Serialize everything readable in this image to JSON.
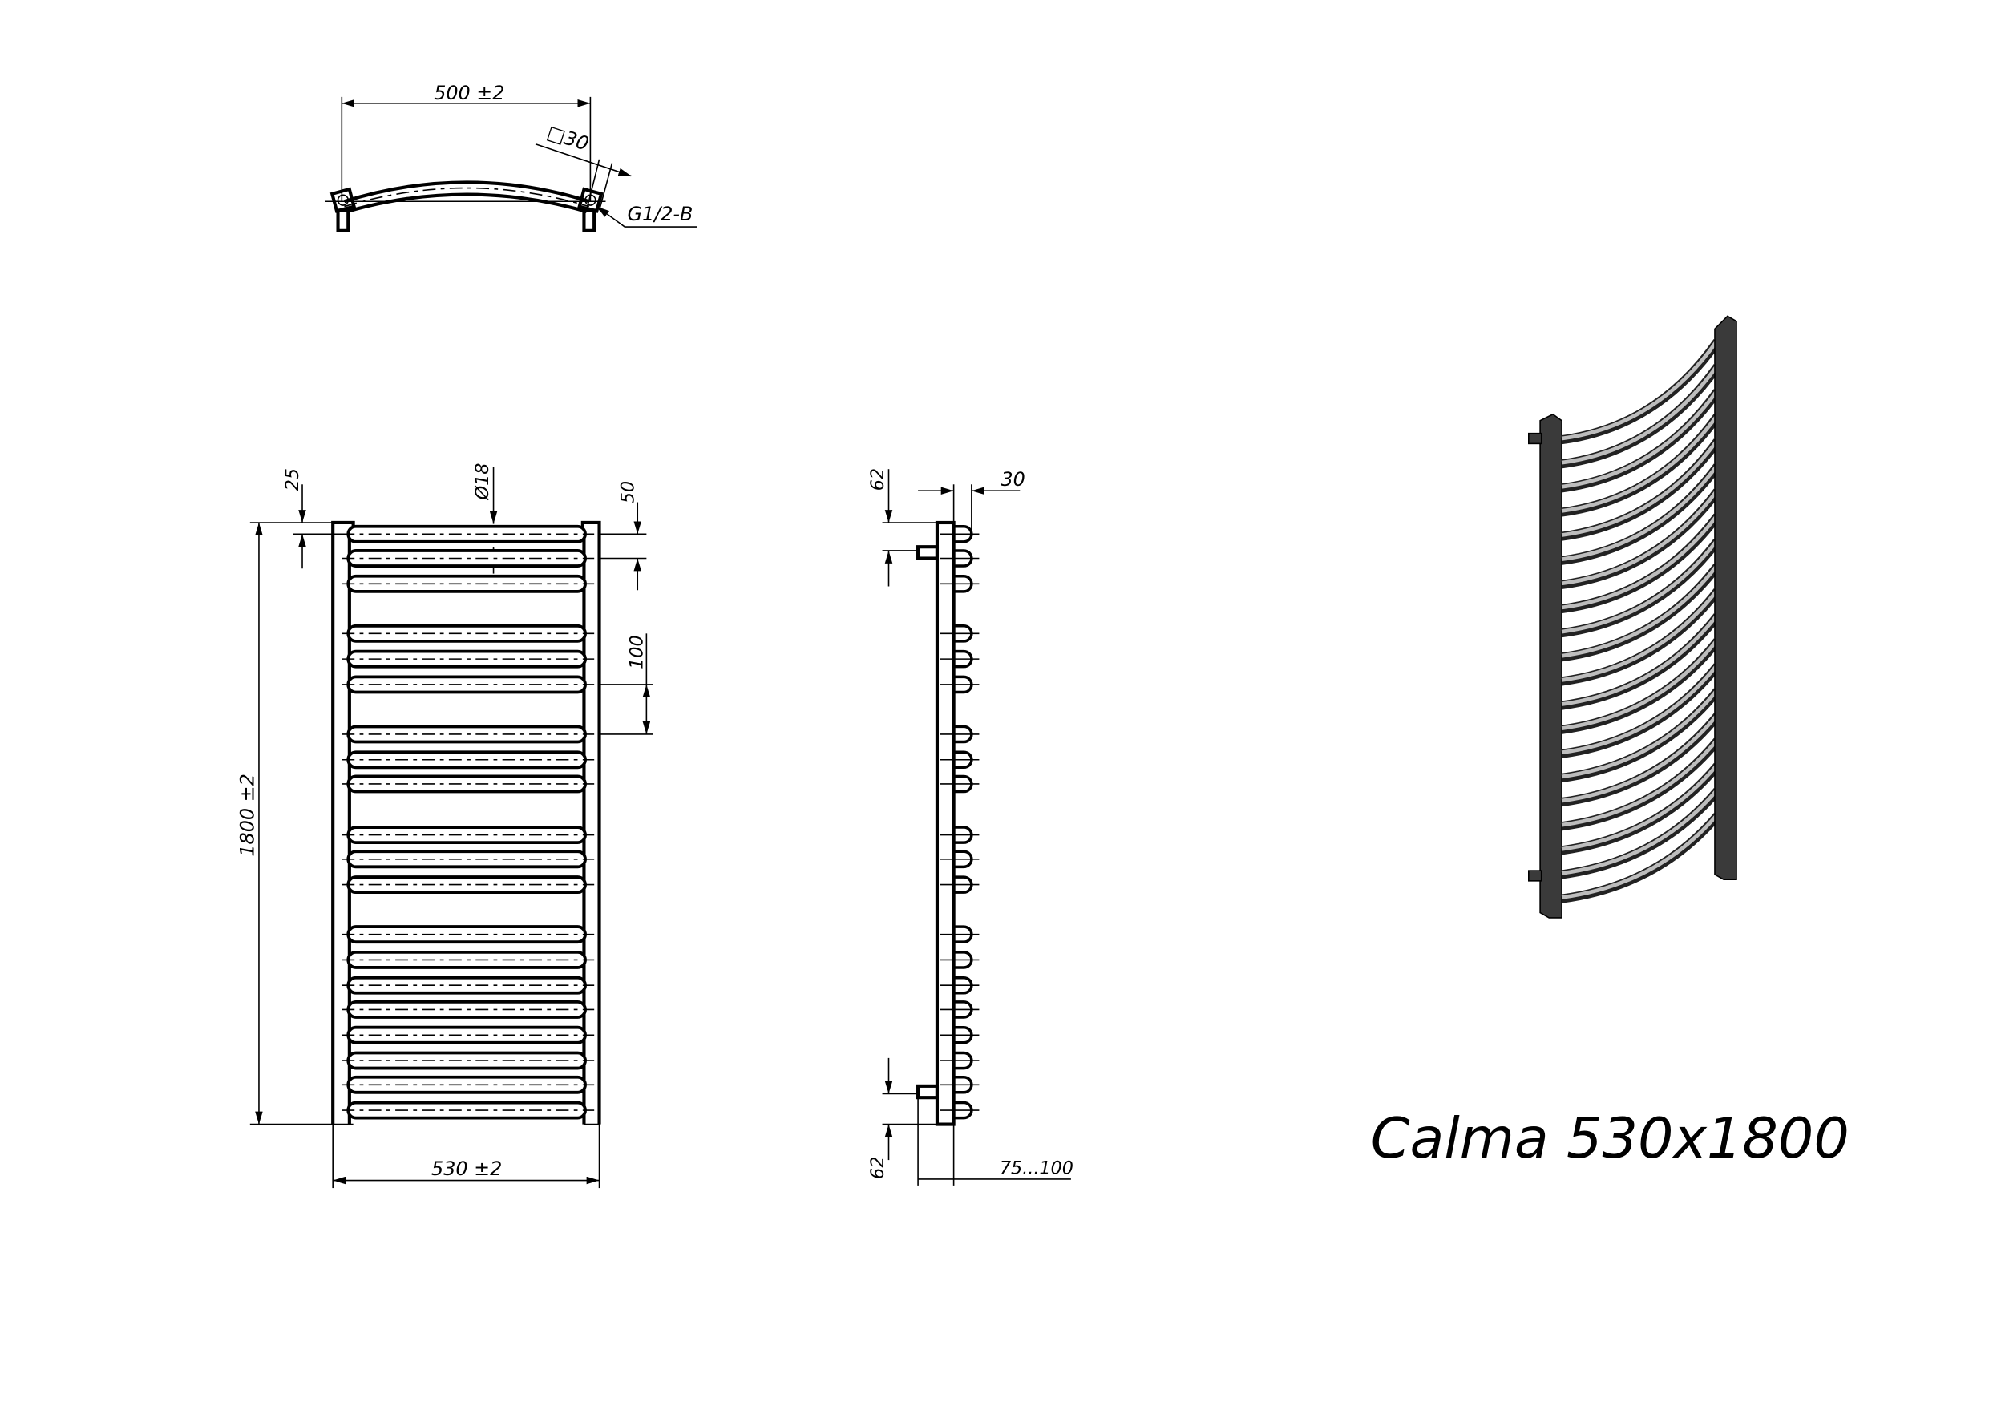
{
  "title": "Calma 530x1800",
  "top_view": {
    "width_dim": "500 ±2",
    "profile_dim": "□30",
    "thread_label": "G1/2-B"
  },
  "front_view": {
    "dim_top_offset": "25",
    "dim_tube_diameter": "Ø18",
    "dim_bar_pitch_small": "50",
    "dim_bar_gap": "100",
    "dim_height": "1800 ±2",
    "dim_width": "530 ±2"
  },
  "side_view": {
    "dim_top_connection": "62",
    "dim_depth": "30",
    "dim_bottom_connection": "62",
    "dim_wall_distance": "75...100"
  },
  "colors": {
    "line": "#000000",
    "render_dark": "#3a3a3a",
    "render_light": "#bdbdbd"
  }
}
